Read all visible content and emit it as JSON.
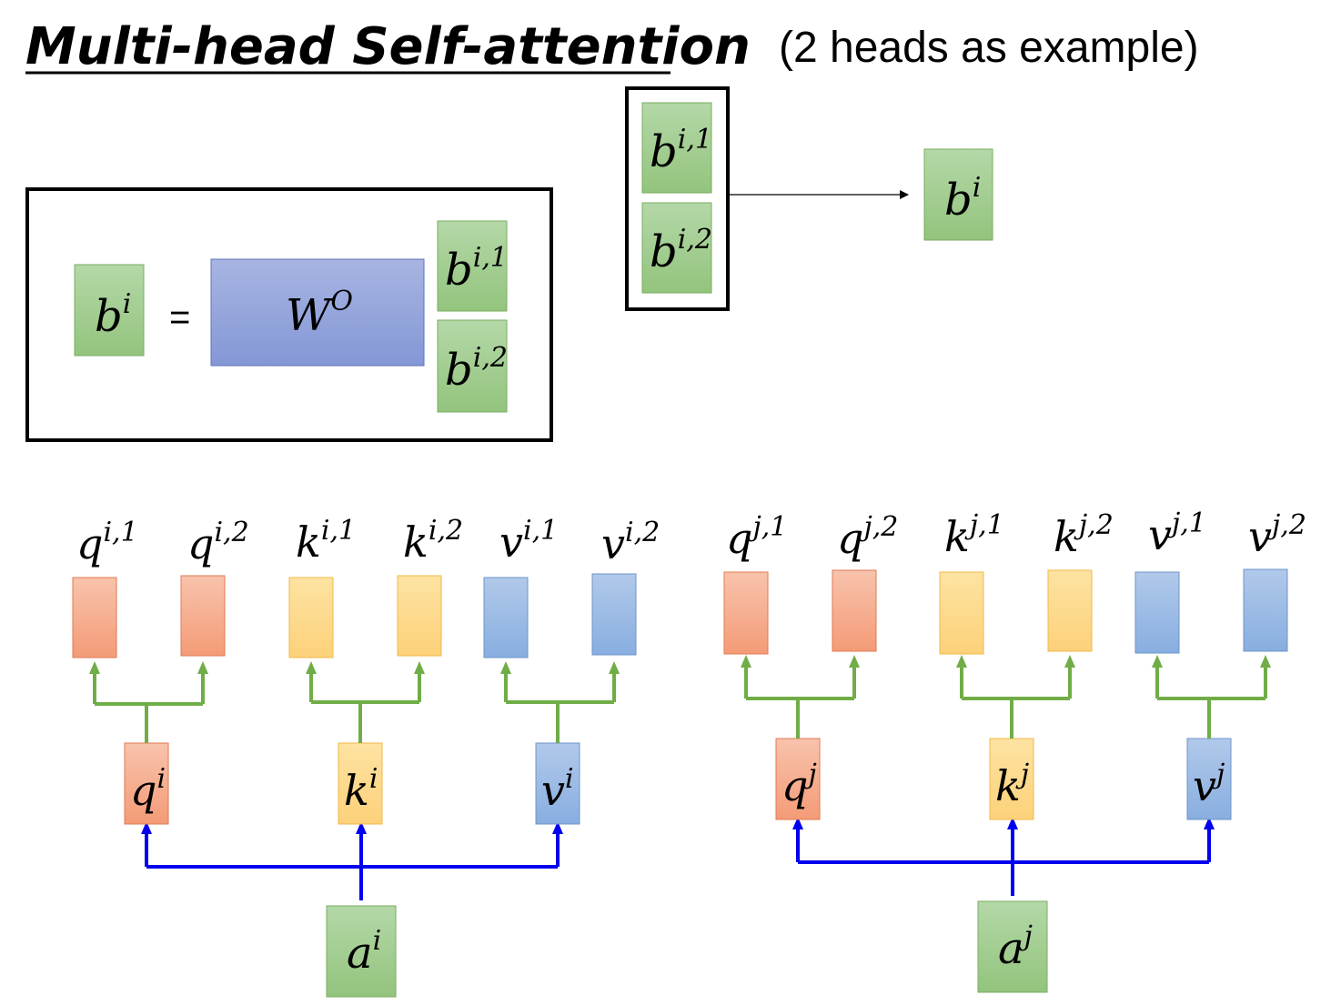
{
  "title": "Multi-head Self-attention",
  "subtitle": "(2 heads as example)",
  "colors": {
    "green_top": "#b4d8a8",
    "green_bot": "#93c47d",
    "green_stroke": "#79ad5f",
    "orange_top": "#f8c3ac",
    "orange_bot": "#f49b77",
    "orange_stroke": "#e07a50",
    "yellow_top": "#fde3a2",
    "yellow_bot": "#fdd17a",
    "yellow_stroke": "#f0b94a",
    "blue_top": "#b1c9ea",
    "blue_bot": "#88aee0",
    "blue_stroke": "#6d95c8",
    "purple_top": "#a8b5e2",
    "purple_bot": "#8497d6",
    "purple_stroke": "#5e72b8",
    "green_arrow": "#70ad47",
    "blue_arrow": "#0000ee"
  },
  "equation": {
    "lhs_base": "b",
    "lhs_sup": "i",
    "equals": "=",
    "matrix_base": "W",
    "matrix_sup": "O",
    "vec1_base": "b",
    "vec1_sup": "i,1",
    "vec2_base": "b",
    "vec2_sup": "i,2"
  },
  "concat": {
    "top_base": "b",
    "top_sup": "i,1",
    "bottom_base": "b",
    "bottom_sup": "i,2",
    "out_base": "b",
    "out_sup": "i"
  },
  "groups": [
    {
      "input": {
        "base": "a",
        "sup": "i"
      },
      "mids": [
        {
          "base": "q",
          "sup": "i"
        },
        {
          "base": "k",
          "sup": "i"
        },
        {
          "base": "v",
          "sup": "i"
        }
      ],
      "heads": [
        {
          "base": "q",
          "sup": "i,1"
        },
        {
          "base": "q",
          "sup": "i,2"
        },
        {
          "base": "k",
          "sup": "i,1"
        },
        {
          "base": "k",
          "sup": "i,2"
        },
        {
          "base": "v",
          "sup": "i,1"
        },
        {
          "base": "v",
          "sup": "i,2"
        }
      ]
    },
    {
      "input": {
        "base": "a",
        "sup": "j"
      },
      "mids": [
        {
          "base": "q",
          "sup": "j"
        },
        {
          "base": "k",
          "sup": "j"
        },
        {
          "base": "v",
          "sup": "j"
        }
      ],
      "heads": [
        {
          "base": "q",
          "sup": "j,1"
        },
        {
          "base": "q",
          "sup": "j,2"
        },
        {
          "base": "k",
          "sup": "j,1"
        },
        {
          "base": "k",
          "sup": "j,2"
        },
        {
          "base": "v",
          "sup": "j,1"
        },
        {
          "base": "v",
          "sup": "j,2"
        }
      ]
    }
  ]
}
